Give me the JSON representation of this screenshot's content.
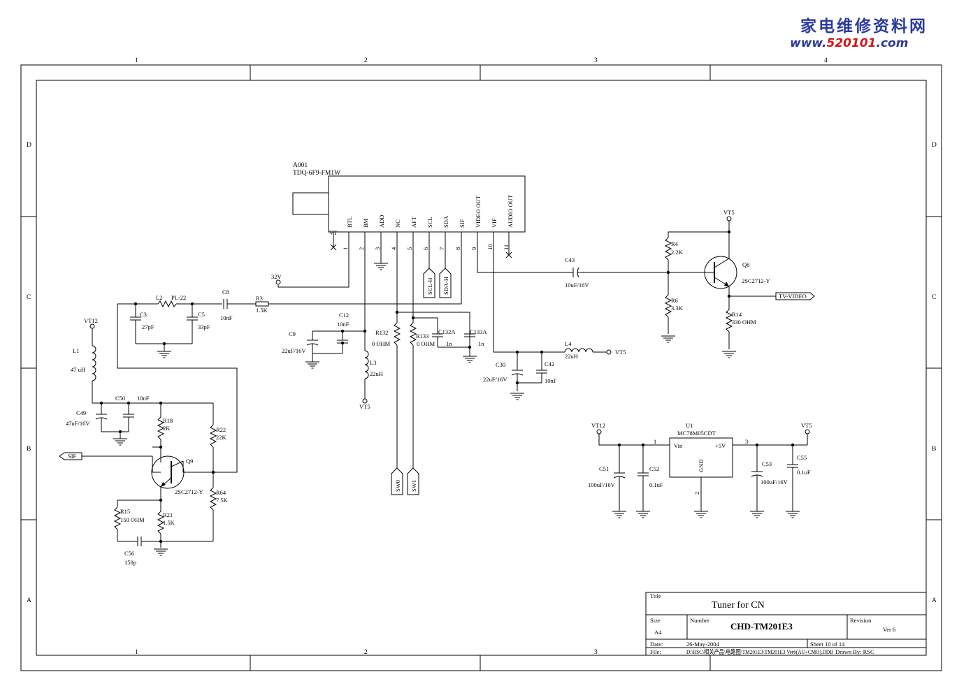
{
  "watermark": {
    "line1": "家电维修资料网",
    "line2_prefix": "www.",
    "line2_red": "520101",
    "line2_suffix": ".com",
    "colors": {
      "blue": "#2a3a9c",
      "red": "#d01818"
    }
  },
  "border": {
    "columns": [
      "1",
      "2",
      "3",
      "4"
    ],
    "rows": [
      "D",
      "C",
      "B",
      "A"
    ]
  },
  "tuner": {
    "ref": "A001",
    "part": "TDQ-6F9-FM1W",
    "pins": [
      {
        "num": "1",
        "name": "BTL"
      },
      {
        "num": "2",
        "name": "BM"
      },
      {
        "num": "3",
        "name": "ADD"
      },
      {
        "num": "4",
        "name": "NC"
      },
      {
        "num": "5",
        "name": "AFT"
      },
      {
        "num": "6",
        "name": "SCL"
      },
      {
        "num": "7",
        "name": "SDA"
      },
      {
        "num": "8",
        "name": "SIF"
      },
      {
        "num": "9",
        "name": "VIDEO OUT"
      },
      {
        "num": "10",
        "name": "VIF"
      },
      {
        "num": "11",
        "name": "AUDIO OUT"
      }
    ],
    "vt_label": "VT"
  },
  "components": {
    "l2": {
      "ref": "L2",
      "value": "PL-22"
    },
    "c3": {
      "ref": "C3",
      "value": "27pF"
    },
    "c5": {
      "ref": "C5",
      "value": "33pF"
    },
    "c8": {
      "ref": "C8",
      "value": "10nF"
    },
    "r3": {
      "ref": "R3",
      "value": "1.5K"
    },
    "c9": {
      "ref": "C9",
      "value": "22uF/16V"
    },
    "c12": {
      "ref": "C12",
      "value": "10nF"
    },
    "l3": {
      "ref": "L3",
      "value": "22uH"
    },
    "r132": {
      "ref": "R132",
      "value": "0 OHM"
    },
    "r133": {
      "ref": "R133",
      "value": "0 OHM"
    },
    "c132a": {
      "ref": "C132A",
      "value": "1n"
    },
    "c133a": {
      "ref": "C133A",
      "value": "1n"
    },
    "c43": {
      "ref": "C43",
      "value": "10uF/16V"
    },
    "l4": {
      "ref": "L4",
      "value": "22uH"
    },
    "c30": {
      "ref": "C30",
      "value": "22uF/16V"
    },
    "c42": {
      "ref": "C42",
      "value": "10nF"
    },
    "r4": {
      "ref": "R4",
      "value": "2.2K"
    },
    "r6": {
      "ref": "R6",
      "value": "3.3K"
    },
    "q8": {
      "ref": "Q8",
      "value": "2SC2712-Y"
    },
    "r14": {
      "ref": "R14",
      "value": "330 OHM"
    },
    "l1": {
      "ref": "L1",
      "value": "47 uH"
    },
    "c49": {
      "ref": "C49",
      "value": "47uF/16V"
    },
    "c50": {
      "ref": "C50",
      "value": "10nF"
    },
    "r18": {
      "ref": "R18",
      "value": "2K"
    },
    "r22": {
      "ref": "R22",
      "value": "22K"
    },
    "q9": {
      "ref": "Q9",
      "value": "2SC2712-Y"
    },
    "r64": {
      "ref": "R64",
      "value": "7.5K"
    },
    "r15": {
      "ref": "R15",
      "value": "150 OHM"
    },
    "r21": {
      "ref": "R21",
      "value": "1.5K"
    },
    "c56": {
      "ref": "C56",
      "value": "150p"
    },
    "u1": {
      "ref": "U1",
      "value": "MC78M05CDT",
      "pin_in": "Vin",
      "pin_out": "+5V",
      "pin_gnd": "GND",
      "n1": "1",
      "n2": "2",
      "n3": "3"
    },
    "c51": {
      "ref": "C51",
      "value": "100uF/16V"
    },
    "c52": {
      "ref": "C52",
      "value": "0.1uF"
    },
    "c53": {
      "ref": "C53",
      "value": "100uF/16V"
    },
    "c55": {
      "ref": "C55",
      "value": "0.1uF"
    }
  },
  "nets": {
    "v32": "32V",
    "vt5": "VT5",
    "vt12": "VT12",
    "scl_h": "SCL-H",
    "sda_h": "SDA-H",
    "sw0": "SW0",
    "sw1": "SW1",
    "sif": "SIF",
    "tv_video": "TV-VIDEO"
  },
  "title_block": {
    "title_label": "Title",
    "title": "Tuner for CN",
    "size_label": "Size",
    "size": "A4",
    "number_label": "Number",
    "number": "CHD-TM201E3",
    "revision_label": "Revision",
    "revision": "Ver 6",
    "date_label": "Date:",
    "date": "26-May-2004",
    "sheet": "Sheet 10 of   14",
    "file_label": "File:",
    "file": "D:\\RSC\\相关产品\\电路图\\TM201E3\\TM201E3 Ver6(AU+CMO).DDB",
    "drawn_by": "Drawn By:   RSC"
  }
}
